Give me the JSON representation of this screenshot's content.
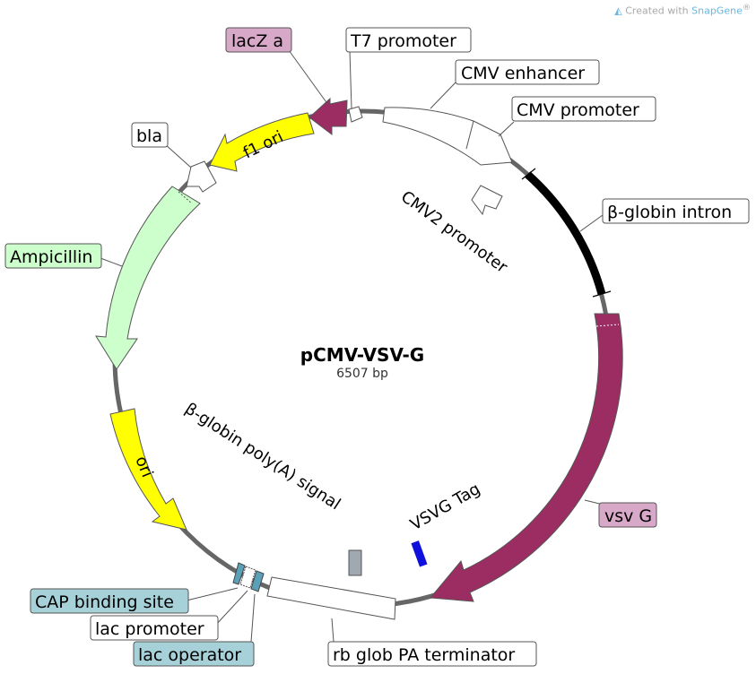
{
  "credit": {
    "prefix": "Created with ",
    "brand": "SnapGene",
    "mark": "®"
  },
  "plasmid": {
    "name": "pCMV-VSV-G",
    "size": "6507 bp"
  },
  "features": {
    "lacz_a": "lacZ a",
    "t7_promoter": "T7 promoter",
    "cmv_enhancer": "CMV enhancer",
    "cmv_promoter": "CMV promoter",
    "beta_globin_intron": "β-globin intron",
    "bla": "bla",
    "f1_ori": "f1 ori",
    "ampicillin": "Ampicillin",
    "ori": "ori",
    "vsv_g": "vsv G",
    "cmv2_promoter": "CMV2 promoter",
    "beta_globin_polya": "β-globin poly(A) signal",
    "vsvg_tag": "VSVG Tag",
    "cap_binding_site": "CAP binding site",
    "lac_promoter": "lac promoter",
    "lac_operator": "lac operator",
    "rb_glob_pa_terminator": "rb glob PA terminator"
  },
  "colors": {
    "backbone": "#666666",
    "lacz": "#9b2d63",
    "lacz_label_bg": "#d8a8c8",
    "vsvg": "#9b2d63",
    "vsvg_label_bg": "#d8a8c8",
    "f1_ori": "#ffff00",
    "ori": "#ffff00",
    "ampicillin": "#ccffcc",
    "ampicillin_label_bg": "#ccffcc",
    "intron": "#000000",
    "cap_label_bg": "#a7d1d8",
    "lac_operator_label_bg": "#a7d1d8",
    "vsvg_tag": "#1010dd",
    "polya": "#a0a8b0"
  }
}
